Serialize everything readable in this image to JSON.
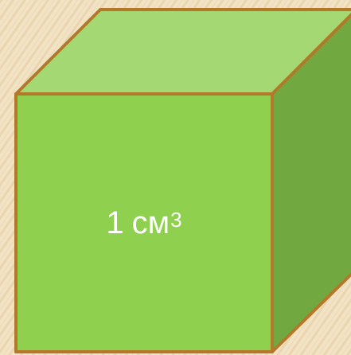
{
  "diagram": {
    "label": {
      "number": "1",
      "unit": "см",
      "exponent": "3"
    },
    "colors": {
      "background": "#f2e3c4",
      "background_stripe": "#e6d2a8",
      "front_face": "#90d04f",
      "top_face": "#a4d873",
      "right_face": "#72a840",
      "edge": "#b5782b",
      "label_text": "#ffffff"
    }
  }
}
